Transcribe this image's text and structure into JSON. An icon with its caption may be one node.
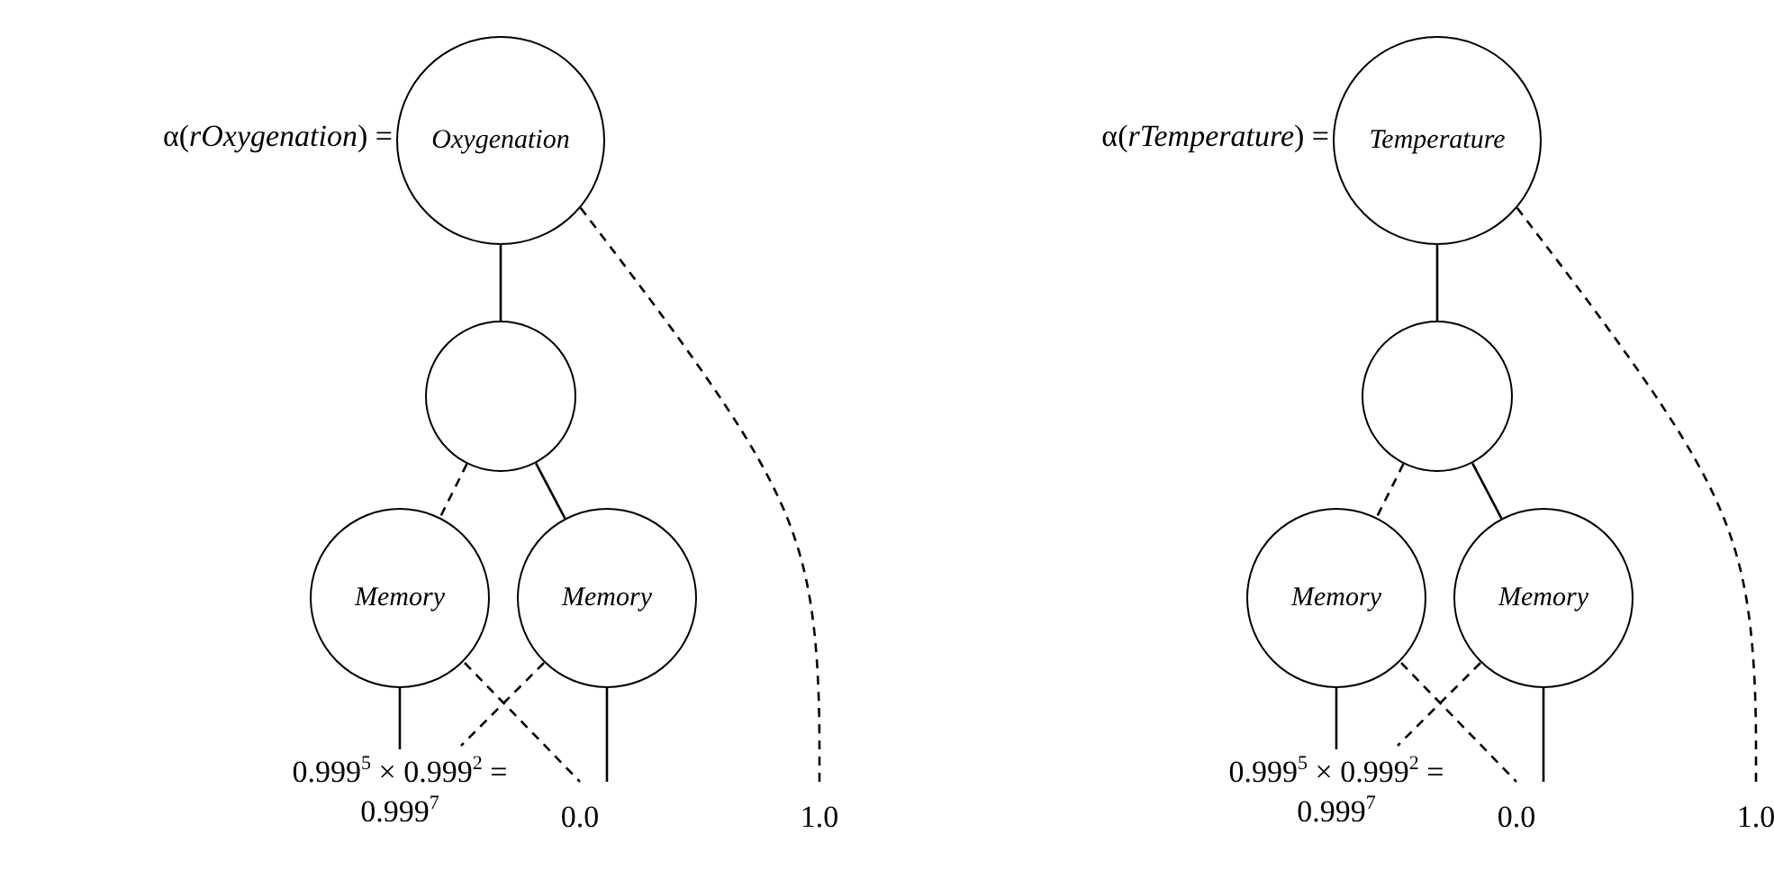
{
  "diagram": {
    "nodes": [
      {
        "text": [
          "Oxygenation"
        ],
        "beside": [
          "α(*rOxygenation*) ="
        ]
      },
      {
        "text": [],
        "shape": "circle"
      },
      {
        "text": [
          "Memory"
        ]
      },
      {
        "text": [
          "Memory"
        ]
      },
      {
        "text": [
          "0.999$^{5}$ × 0.999$^{2}$ = 0.999$^{7}$"
        ]
      },
      {
        "text": [
          "0.0"
        ]
      },
      {
        "text": [
          "1.0"
        ]
      },
      {
        "text": [
          "Temperature"
        ],
        "beside": [
          "α(*rTemperature*) ="
        ]
      },
      {
        "text": [],
        "shape": "circle"
      },
      {
        "text": [
          "Memory"
        ]
      },
      {
        "text": [
          "Memory"
        ]
      },
      {
        "text": [
          "0.999$^{5}$ × 0.999$^{2}$ = 0.999$^{7}$"
        ]
      },
      {
        "text": [
          "0.0"
        ]
      },
      {
        "text": [
          "1.0"
        ]
      }
    ],
    "edges": [
      {
        "from": 0,
        "to": 1,
        "arrow": "none"
      },
      {
        "from": 1,
        "to": 2,
        "arrow": "none",
        "style": "dashed"
      },
      {
        "from": 1,
        "to": 3,
        "arrow": "none"
      },
      {
        "from": 2,
        "to": 4,
        "arrow": "none"
      },
      {
        "from": 2,
        "to": 5,
        "arrow": "none",
        "style": "dashed"
      },
      {
        "from": 3,
        "to": 4,
        "arrow": "none",
        "style": "dashed"
      },
      {
        "from": 3,
        "to": 5,
        "arrow": "none"
      },
      {
        "from": 0,
        "to": 6,
        "arrow": "none",
        "style": "dashed"
      },
      {
        "from": 7,
        "to": 8,
        "arrow": "none"
      },
      {
        "from": 8,
        "to": 9,
        "arrow": "none",
        "style": "dashed"
      },
      {
        "from": 8,
        "to": 10,
        "arrow": "none"
      },
      {
        "from": 9,
        "to": 11,
        "arrow": "none"
      },
      {
        "from": 9,
        "to": 12,
        "arrow": "none",
        "style": "dashed"
      },
      {
        "from": 10,
        "to": 11,
        "arrow": "none",
        "style": "dashed"
      },
      {
        "from": 10,
        "to": 12,
        "arrow": "none"
      },
      {
        "from": 7,
        "to": 13,
        "arrow": "none",
        "style": "dashed"
      }
    ]
  }
}
